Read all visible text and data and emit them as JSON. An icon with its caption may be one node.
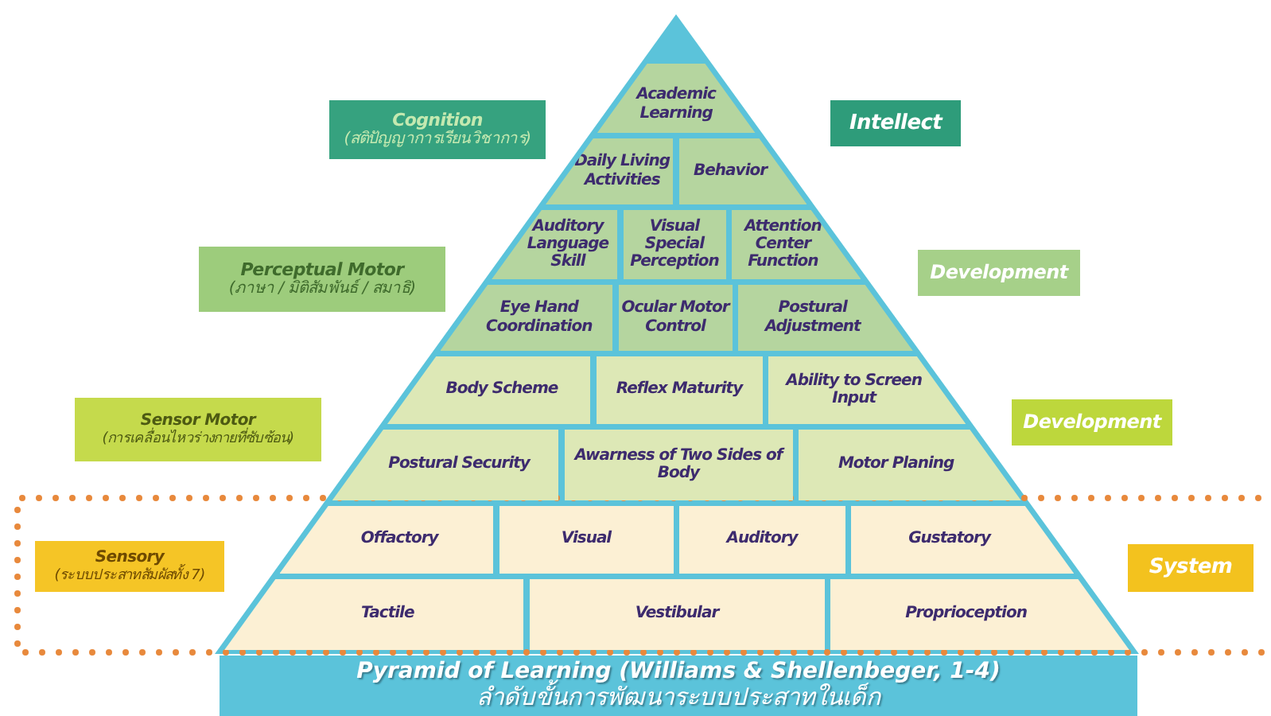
{
  "diagram": {
    "nodes": [
      {
        "text": [
          "Academic Learning"
        ]
      },
      {
        "text": [
          "Cognition",
          "(สติปัญญาการเรียนวิชาการ)"
        ]
      },
      {
        "text": [
          "Intellect"
        ]
      },
      {
        "text": [
          "Daily Living Activities"
        ]
      },
      {
        "text": [
          "Behavior"
        ]
      },
      {
        "text": [
          "Auditory Language Skill"
        ]
      },
      {
        "text": [
          "Visual Special Perception"
        ]
      },
      {
        "text": [
          "Attention Center Function"
        ]
      },
      {
        "text": [
          "Perceptual Motor",
          "(ภาษา / มิติสัมพันธ์ / สมาธิ)"
        ]
      },
      {
        "text": [
          "Development"
        ]
      },
      {
        "text": [
          "Eye Hand Coordination"
        ]
      },
      {
        "text": [
          "Ocular Motor Control"
        ]
      },
      {
        "text": [
          "Postural Adjustment"
        ]
      },
      {
        "text": [
          "Body Scheme"
        ]
      },
      {
        "text": [
          "Reflex Maturity"
        ]
      },
      {
        "text": [
          "Ability to Screen Input"
        ]
      },
      {
        "text": [
          "Sensor Motor",
          "(การเคลื่อนไหวร่างกายที่ซับซ้อน)"
        ]
      },
      {
        "text": [
          "Development"
        ]
      },
      {
        "text": [
          "Postural Security"
        ]
      },
      {
        "text": [
          "Awarness of Two Sides of Body"
        ]
      },
      {
        "text": [
          "Motor Planing"
        ]
      },
      {
        "text": [
          "Sensory",
          "(ระบบประสาทสัมผัสทั้ง 7)"
        ]
      },
      {
        "text": [
          "System"
        ]
      },
      {
        "text": [
          "Offactory"
        ]
      },
      {
        "text": [
          "Visual"
        ]
      },
      {
        "text": [
          "Auditory"
        ]
      },
      {
        "text": [
          "Gustatory"
        ]
      },
      {
        "text": [
          "Tactile"
        ]
      },
      {
        "text": [
          "Vestibular"
        ]
      },
      {
        "text": [
          "Proprioception"
        ]
      },
      {
        "text": [
          "Pyramid of Learning (Williams & Shellenbeger, 1-4)",
          "ลำดับขั้นการพัฒนาระบบประสาทในเด็ก"
        ]
      }
    ]
  }
}
